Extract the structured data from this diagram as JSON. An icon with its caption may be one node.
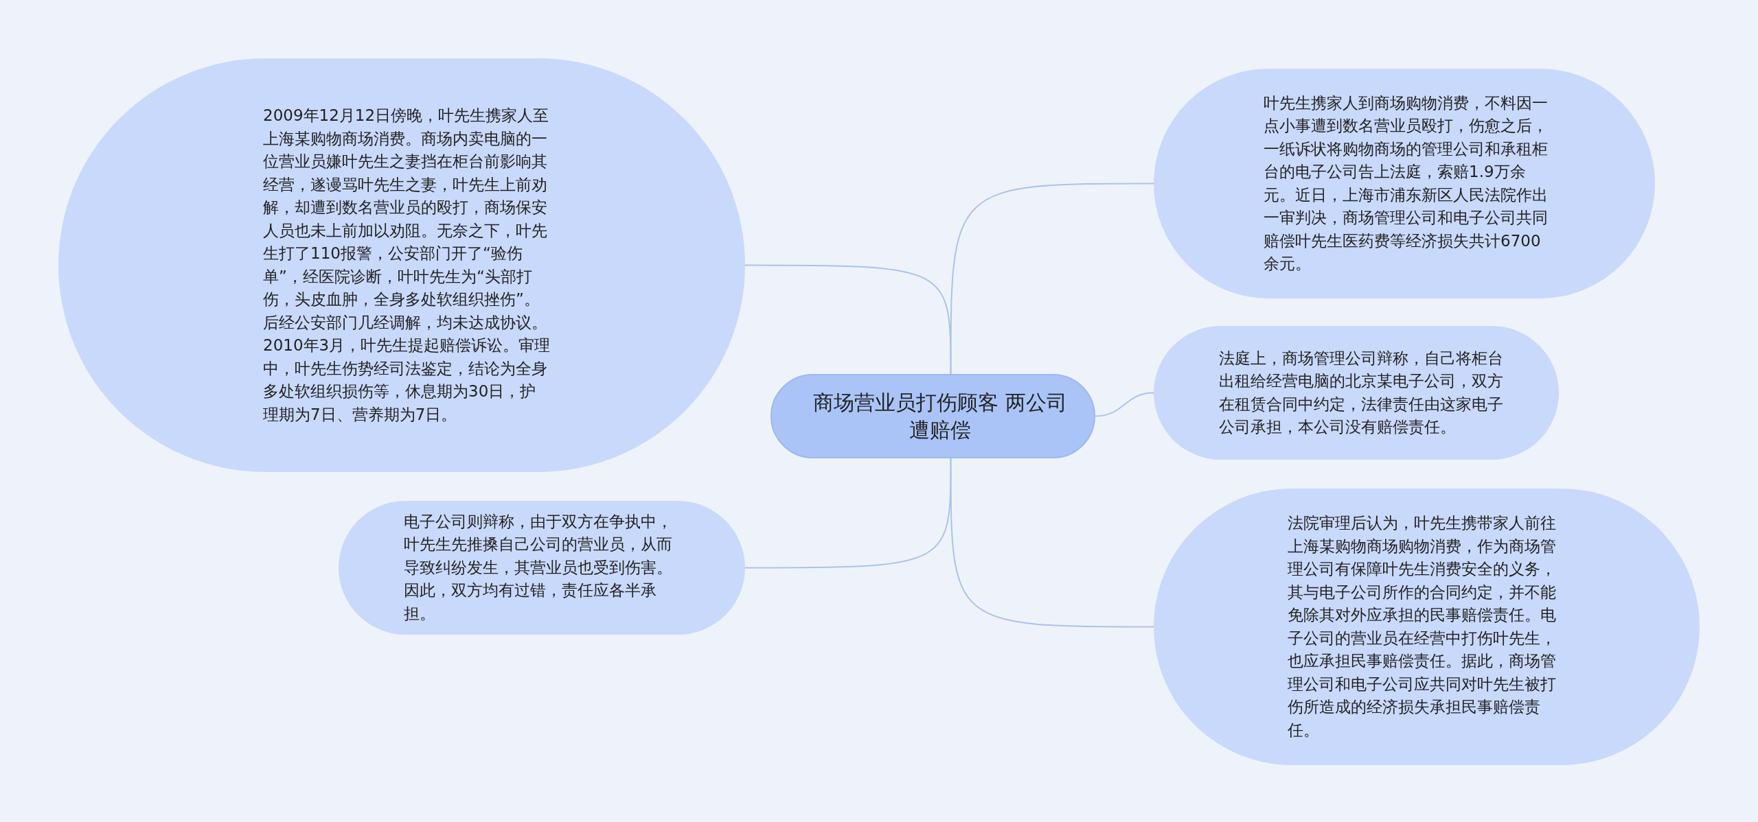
{
  "diagram": {
    "nodes": [
      {
        "text": [
          "商场营业员打伤顾客 两公司遭赔偿"
        ]
      },
      {
        "text": [
          "2009年12月12日傍晚，叶先生携家人至上海某购物商场消费。商场内卖电脑的一位营业员嫌叶先生之妻挡在柜台前影响其经营，遂谩骂叶先生之妻，叶先生上前劝解，却遭到数名营业员的殴打，商场保安人员也未上前加以劝阻。无奈之下，叶先生打了110报警，公安部门开了“验伤单”，经医院诊断，叶叶先生为“头部打伤，头皮血肿，全身多处软组织挫伤”。后经公安部门几经调解，均未达成协议。2010年3月，叶先生提起赔偿诉讼。审理中，叶先生伤势经司法鉴定，结论为全身多处软组织损伤等，休息期为30日，护理期为7日、营养期为7日。"
        ]
      },
      {
        "text": [
          "电子公司则辩称，由于双方在争执中，叶先生先推搡自己公司的营业员，从而导致纠纷发生，其营业员也受到伤害。因此，双方均有过错，责任应各半承担。"
        ]
      },
      {
        "text": [
          "叶先生携家人到商场购物消费，不料因一点小事遭到数名营业员殴打，伤愈之后，一纸诉状将购物商场的管理公司和承租柜台的电子公司告上法庭，索赔1.9万余元。近日，上海市浦东新区人民法院作出一审判决，商场管理公司和电子公司共同赔偿叶先生医药费等经济损失共计6700余元。"
        ]
      },
      {
        "text": [
          "法庭上，商场管理公司辩称，自己将柜台出租给经营电脑的北京某电子公司，双方在租赁合同中约定，法律责任由这家电子公司承担，本公司没有赔偿责任。"
        ]
      },
      {
        "text": [
          "法院审理后认为，叶先生携带家人前往上海某购物商场购物消费，作为商场管理公司有保障叶先生消费安全的义务，其与电子公司所作的合同约定，并不能免除其对外应承担的民事赔偿责任。电子公司的营业员在经营中打伤叶先生，也应承担民事赔偿责任。据此，商场管理公司和电子公司应共同对叶先生被打伤所造成的经济损失承担民事赔偿责任。"
        ]
      }
    ],
    "edges": [
      {
        "from": 0,
        "to": 1,
        "arrow": "none"
      },
      {
        "from": 0,
        "to": 2,
        "arrow": "none"
      },
      {
        "from": 0,
        "to": 3,
        "arrow": "none"
      },
      {
        "from": 0,
        "to": 4,
        "arrow": "none"
      },
      {
        "from": 0,
        "to": 5,
        "arrow": "none"
      }
    ]
  }
}
